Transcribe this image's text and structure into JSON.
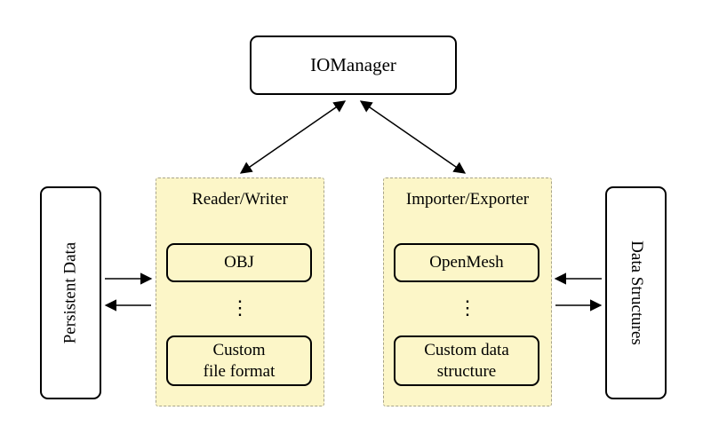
{
  "nodes": {
    "iomanager": "IOManager",
    "persistent_data": "Persistent Data",
    "data_structures": "Data Structures"
  },
  "reader_writer": {
    "title": "Reader/Writer",
    "item_top": "OBJ",
    "dots": "⋮",
    "item_bottom": "Custom\nfile format"
  },
  "importer_exporter": {
    "title": "Importer/Exporter",
    "item_top": "OpenMesh",
    "dots": "⋮",
    "item_bottom": "Custom data\nstructure"
  },
  "colors": {
    "group_fill": "#fcf6c8",
    "group_border": "#a8a48a",
    "node_border": "#000000",
    "arrow": "#000000"
  }
}
